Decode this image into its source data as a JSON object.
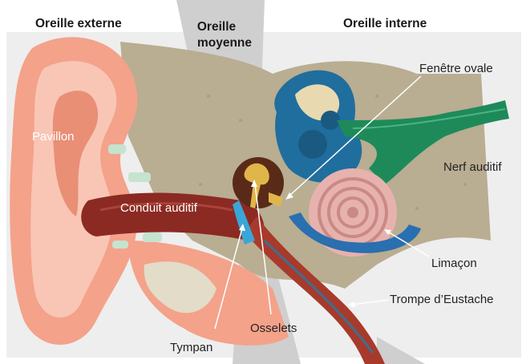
{
  "headers": {
    "outer": "Oreille externe",
    "middle_line1": "Oreille",
    "middle_line2": "moyenne",
    "inner": "Oreille interne"
  },
  "labels": {
    "pavillon": "Pavillon",
    "conduit": "Conduit auditif",
    "fenetre": "Fenêtre ovale",
    "nerf": "Nerf auditif",
    "limacon": "Limaçon",
    "trompe": "Trompe d’Eustache",
    "osselets": "Osselets",
    "tympan": "Tympan"
  },
  "colors": {
    "band": "#cfcfcf",
    "skin": "#f4a28a",
    "skin_light": "#f9c6b6",
    "canal": "#8b2a22",
    "bone": "#b9ad92",
    "cochlea": "#e7b2ad",
    "vestibule": "#1f6e9e",
    "nerve": "#1e8a5a"
  }
}
